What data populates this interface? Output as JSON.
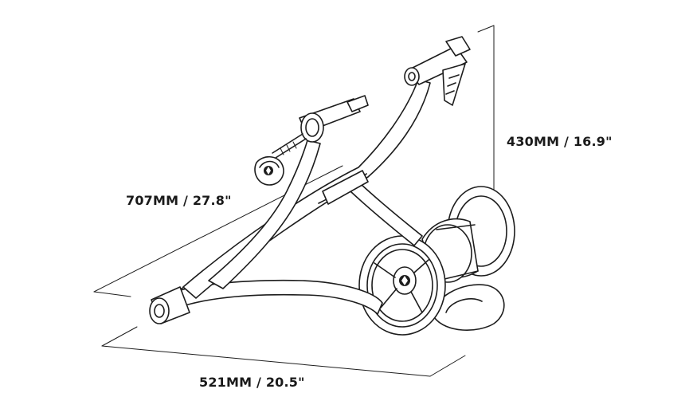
{
  "dimensions": {
    "height": "430MM / 16.9\"",
    "length": "707MM / 27.8\"",
    "width": "521MM / 20.5\""
  },
  "colors": {
    "line": "#1d1d1d",
    "background": "#ffffff"
  },
  "icons": [
    "resistance-unit-logo-icon",
    "knob-logo-icon"
  ]
}
